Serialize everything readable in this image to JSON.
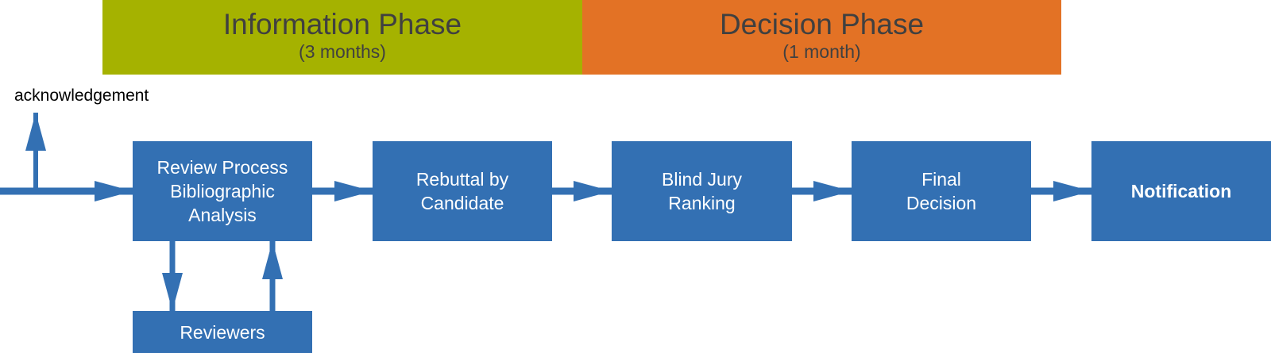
{
  "phases": {
    "information": {
      "title": "Information Phase",
      "duration": "(3 months)",
      "color": "#a5b200"
    },
    "decision": {
      "title": "Decision Phase",
      "duration": "(1 month)",
      "color": "#e37225"
    }
  },
  "acknowledgement_label": "acknowledgement",
  "steps": {
    "review": "Review Process\nBibliographic\nAnalysis",
    "rebuttal": "Rebuttal by\nCandidate",
    "jury": "Blind Jury\nRanking",
    "final": "Final\nDecision",
    "notification": "Notification",
    "reviewers": "Reviewers"
  },
  "colors": {
    "box": "#3370b3",
    "arrow": "#3370b3"
  }
}
